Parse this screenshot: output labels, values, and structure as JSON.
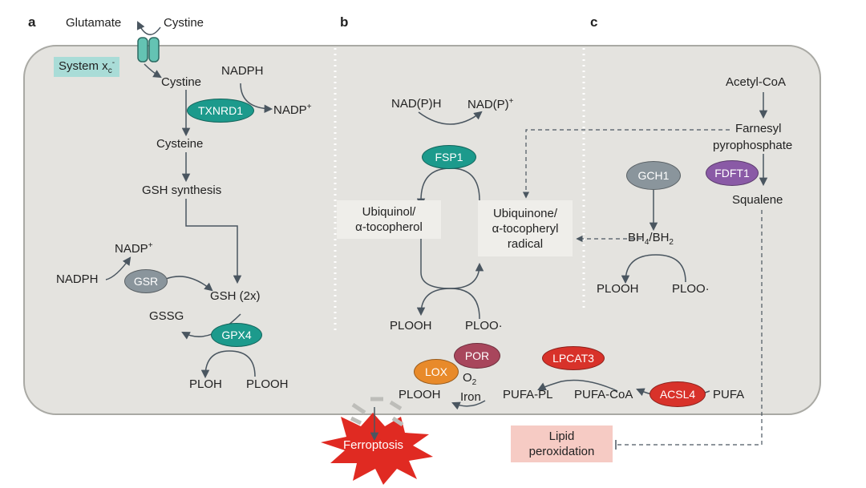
{
  "panels": {
    "a": "a",
    "b": "b",
    "c": "c"
  },
  "a": {
    "glutamate": "Glutamate",
    "cystine_out": "Cystine",
    "system_xc": "System x",
    "system_xc_sub": "c",
    "system_xc_sup": "-",
    "cystine_in": "Cystine",
    "nadph": "NADPH",
    "txnrd1": "TXNRD1",
    "nadp": "NADP",
    "nadp_sup": "+",
    "cysteine": "Cysteine",
    "gsh_synthesis": "GSH synthesis",
    "nadp2": "NADP",
    "nadp2_sup": "+",
    "nadph2": "NADPH",
    "gsr": "GSR",
    "gsh2x": "GSH (2x)",
    "gssg": "GSSG",
    "gpx4": "GPX4",
    "ploh": "PLOH",
    "plooh": "PLOOH"
  },
  "b": {
    "nadph": "NAD(P)H",
    "nadp": "NAD(P)",
    "nadp_sup": "+",
    "fsp1": "FSP1",
    "ubiquinol": "Ubiquinol/",
    "tocopherol": "α-tocopherol",
    "ubiquinone": "Ubiquinone/",
    "tocopheryl": "α-tocopheryl",
    "radical": "radical",
    "plooh": "PLOOH",
    "ploo": "PLOO·"
  },
  "c": {
    "acetyl_coa": "Acetyl-CoA",
    "farnesyl": "Farnesyl",
    "pyrophosphate": "pyrophosphate",
    "gch1": "GCH1",
    "fdft1": "FDFT1",
    "squalene": "Squalene",
    "bh4": "BH",
    "bh4_sub": "4",
    "bh2": "/BH",
    "bh2_sub": "2",
    "plooh": "PLOOH",
    "ploo": "PLOO·"
  },
  "bottom": {
    "lox": "LOX",
    "por": "POR",
    "o2": "O",
    "o2_sub": "2",
    "iron": "Iron",
    "plooh": "PLOOH",
    "lpcat3": "LPCAT3",
    "pufa_pl": "PUFA-PL",
    "pufa_coa": "PUFA-CoA",
    "acsl4": "ACSL4",
    "pufa": "PUFA",
    "ferroptosis": "Ferroptosis",
    "lipid": "Lipid",
    "peroxidation": "peroxidation"
  },
  "colors": {
    "cell": "#e4e3df",
    "cell_border": "#a9a9a4",
    "teal": "#1c9a8c",
    "gray": "#8a959c",
    "purple": "#8a5aa6",
    "red": "#d8322a",
    "orange": "#e88a2a",
    "rose": "#a8465c",
    "arrow": "#4a5660",
    "ferroptosis": "#e02a22"
  }
}
